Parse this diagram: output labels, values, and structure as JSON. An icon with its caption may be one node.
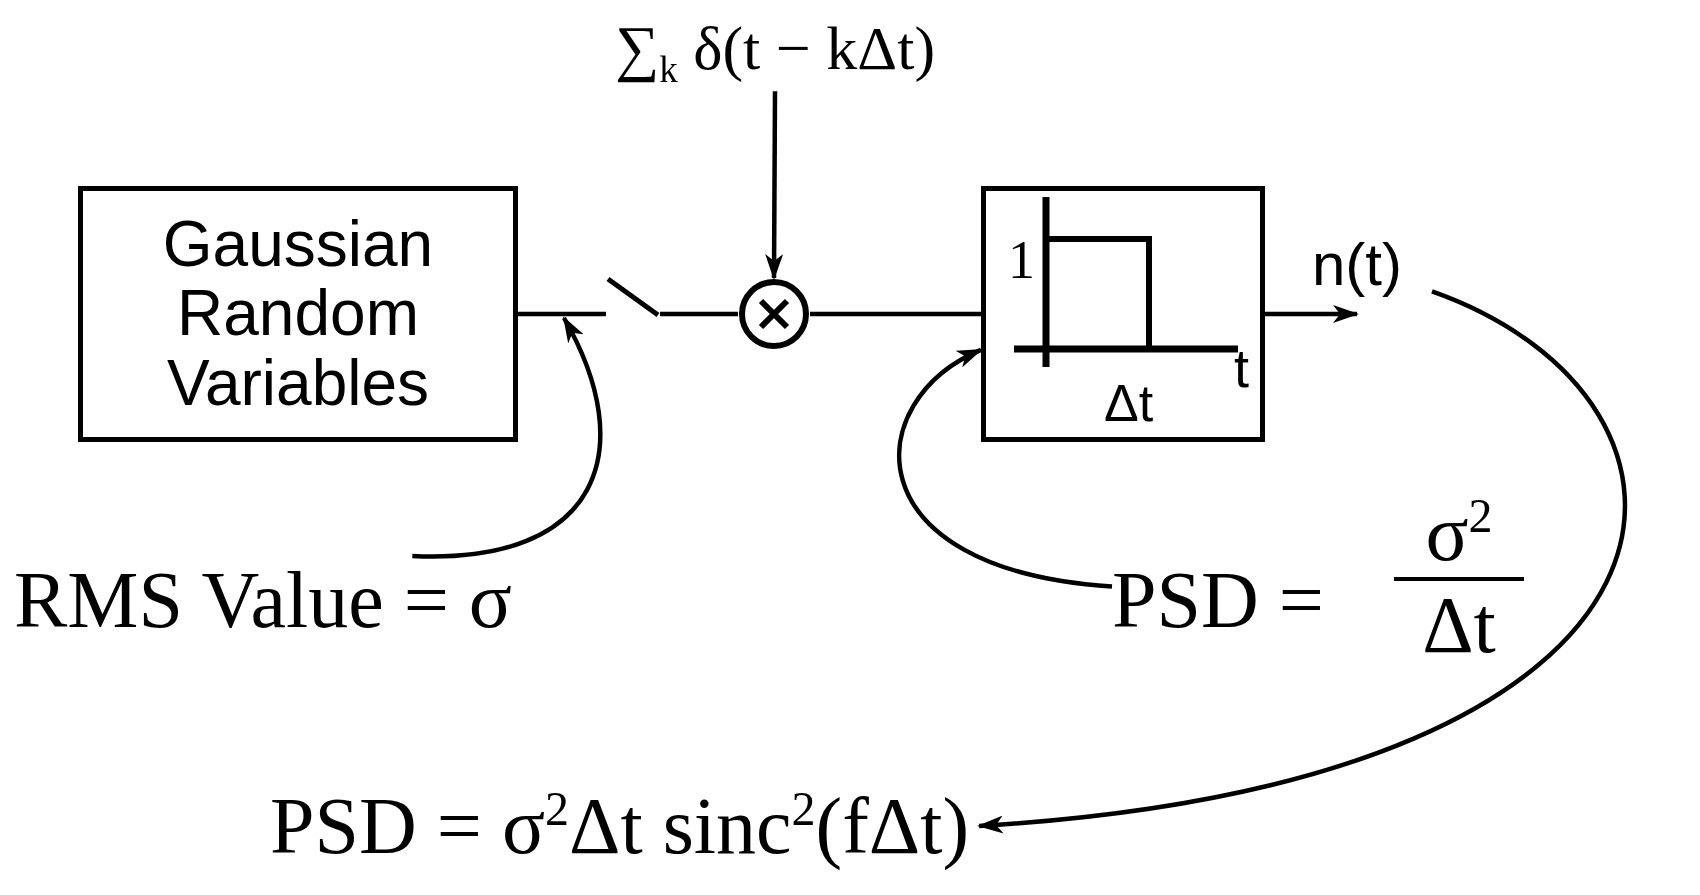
{
  "diagram": {
    "nodes": [
      {
        "text": [
          "Gaussian Random Variables"
        ]
      },
      {
        "text": [],
        "shape": "switch"
      },
      {
        "text": [],
        "shape": "circle"
      },
      {
        "text": [
          "∑$_{k}$ δ(t − kΔt)"
        ]
      },
      {
        "text": [
          "1",
          "t",
          "Δt"
        ]
      },
      {
        "text": [
          "n(t)"
        ]
      },
      {
        "text": [
          "RMS Value = σ"
        ]
      },
      {
        "text": [
          "PSD =",
          "σ$^{2}$",
          "Δt"
        ]
      },
      {
        "text": [
          "PSD = σ$^{2}$Δt sinc$^{2}$(fΔt)"
        ]
      }
    ],
    "edges": [
      {
        "from": 0,
        "to": 1,
        "arrow": "none"
      },
      {
        "from": 1,
        "to": 2,
        "arrow": "none"
      },
      {
        "from": 3,
        "to": 2,
        "arrow": "to"
      },
      {
        "from": 2,
        "to": 4,
        "arrow": "none"
      },
      {
        "from": 4,
        "to": 5,
        "arrow": "to"
      },
      {
        "from": 6,
        "to": 1,
        "arrow": "to"
      },
      {
        "from": 7,
        "to": 4,
        "arrow": "to"
      },
      {
        "from": 5,
        "to": 8,
        "arrow": "to"
      }
    ]
  }
}
